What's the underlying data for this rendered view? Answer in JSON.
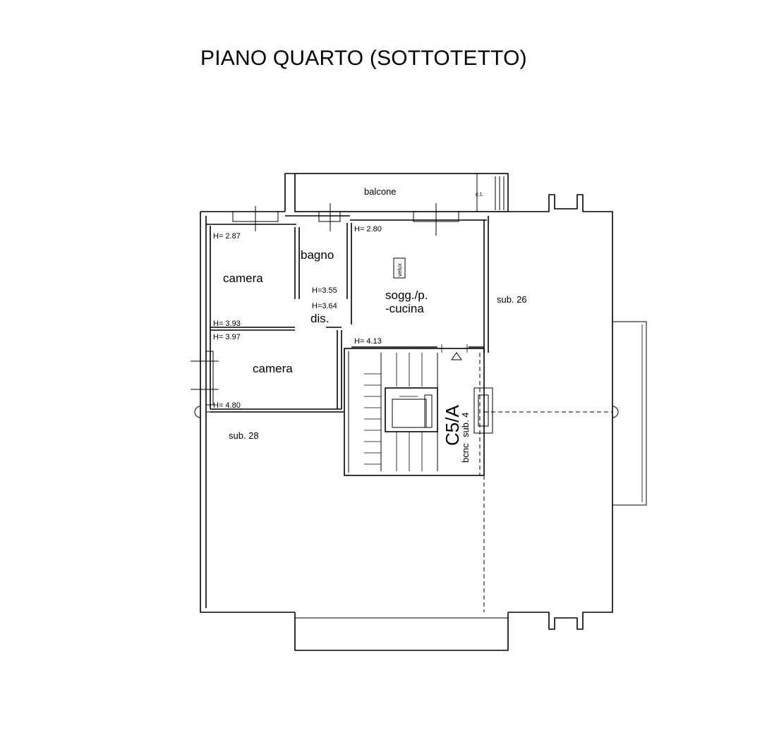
{
  "title": "PIANO QUARTO (SOTTOTETTO)",
  "rooms": {
    "balcone": "balcone",
    "ct": "c.t.",
    "bagno": "bagno",
    "camera_top": "camera",
    "soggiorno_line1": "sogg./p.",
    "soggiorno_line2": "-cucina",
    "dis": "dis.",
    "camera_bottom": "camera",
    "velux": "velux"
  },
  "heights": {
    "h_camera_top_upper": "H= 2.87",
    "h_soggiorno_upper": "H= 2.80",
    "h_dis_1": "H=3.55",
    "h_dis_2": "H=3.64",
    "h_camera_top_lower": "H= 3.93",
    "h_soggiorno_lower": "H= 4.13",
    "h_camera_bottom_upper": "H= 3.97",
    "h_camera_bottom_lower": "H= 4.80"
  },
  "subunits": {
    "sub26": "sub. 26",
    "sub28": "sub. 28"
  },
  "stair_block": {
    "code": "C5/A",
    "bcnc": "bcnc",
    "sub": "sub. 4"
  },
  "colors": {
    "ink": "#000000",
    "paper": "#ffffff"
  }
}
